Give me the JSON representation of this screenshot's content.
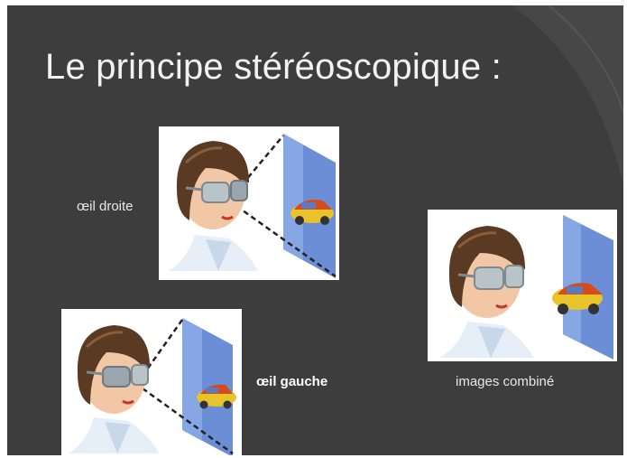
{
  "slide": {
    "title": "Le principe stéréoscopique :",
    "background_color": "#3d3d3d"
  },
  "panels": {
    "right_eye": {
      "caption": "œil droite"
    },
    "left_eye": {
      "caption": "œil gauche"
    },
    "combined": {
      "caption": "images combiné"
    }
  }
}
